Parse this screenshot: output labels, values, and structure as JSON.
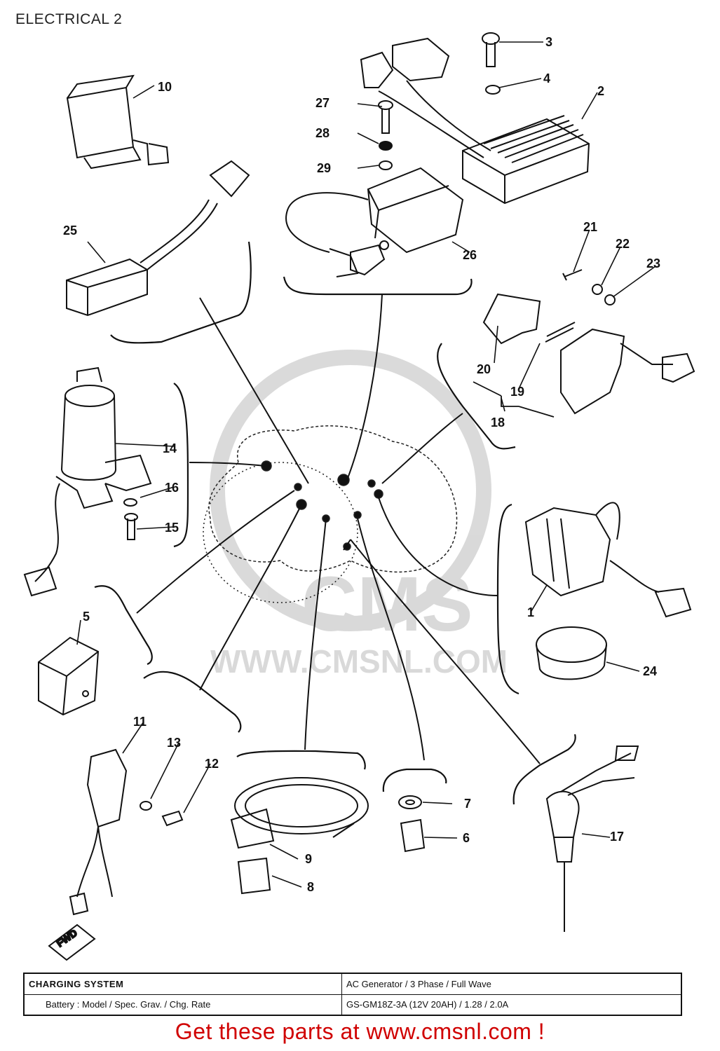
{
  "header": {
    "title": "ELECTRICAL 2"
  },
  "watermark": {
    "text": "WWW.CMSNL.COM",
    "logo": "CMS"
  },
  "callouts": [
    "1",
    "2",
    "3",
    "4",
    "5",
    "6",
    "7",
    "8",
    "9",
    "10",
    "11",
    "12",
    "13",
    "14",
    "15",
    "16",
    "17",
    "18",
    "19",
    "20",
    "21",
    "22",
    "23",
    "24",
    "25",
    "26",
    "27",
    "28",
    "29"
  ],
  "fwd_label": "FWD",
  "spec_table": {
    "rows": [
      {
        "label": "CHARGING SYSTEM",
        "value": "AC Generator / 3 Phase / Full Wave"
      },
      {
        "label": "Battery : Model / Spec. Grav. / Chg. Rate",
        "value": "GS-GM18Z-3A (12V 20AH) / 1.28 / 2.0A"
      }
    ]
  },
  "cta": {
    "text": "Get these parts at www.cmsnl.com !",
    "color": "#d00000"
  }
}
